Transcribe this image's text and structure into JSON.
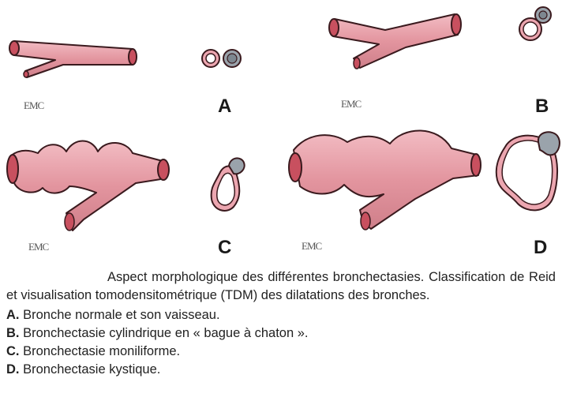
{
  "panels": [
    {
      "letter": "A",
      "watermark": "EMC",
      "description": "Bronche normale et son vaisseau."
    },
    {
      "letter": "B",
      "watermark": "EMC",
      "description": "Bronchectasie cylindrique en « bague à chaton »."
    },
    {
      "letter": "C",
      "watermark": "EMC",
      "description": "Bronchectasie moniliforme."
    },
    {
      "letter": "D",
      "watermark": "EMC",
      "description": "Bronchectasie kystique."
    }
  ],
  "caption": {
    "text": "Aspect morphologique des différentes bronchectasies. Classification de Reid et visualisation tomodensitométrique (TDM) des dilatations des bronches."
  },
  "colors": {
    "bronchus_fill": "#e3959f",
    "bronchus_stroke": "#3a1a1e",
    "bronchus_end": "#c8505f",
    "vessel_fill": "#9aa3ab",
    "ring_fill": "#eca6b0",
    "background": "#ffffff"
  }
}
